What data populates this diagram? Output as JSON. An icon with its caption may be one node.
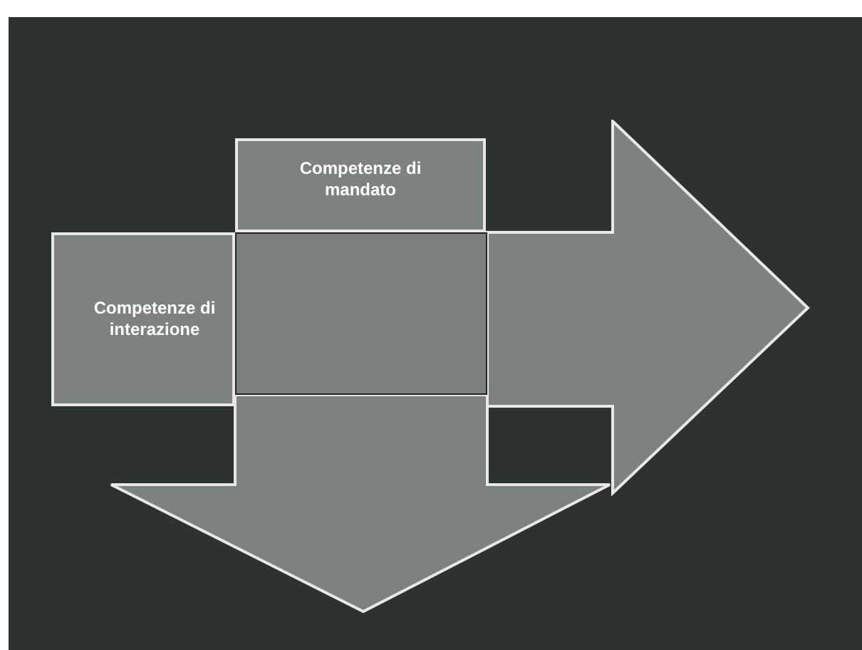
{
  "diagram": {
    "nodes": [
      {
        "text": [
          "Competenze di mandato"
        ]
      },
      {
        "text": [
          "Competenze di interazione"
        ]
      },
      {
        "text": [],
        "shape": "arrow"
      },
      {
        "text": [],
        "shape": "arrow"
      },
      {
        "text": [],
        "shape": "box"
      }
    ]
  }
}
